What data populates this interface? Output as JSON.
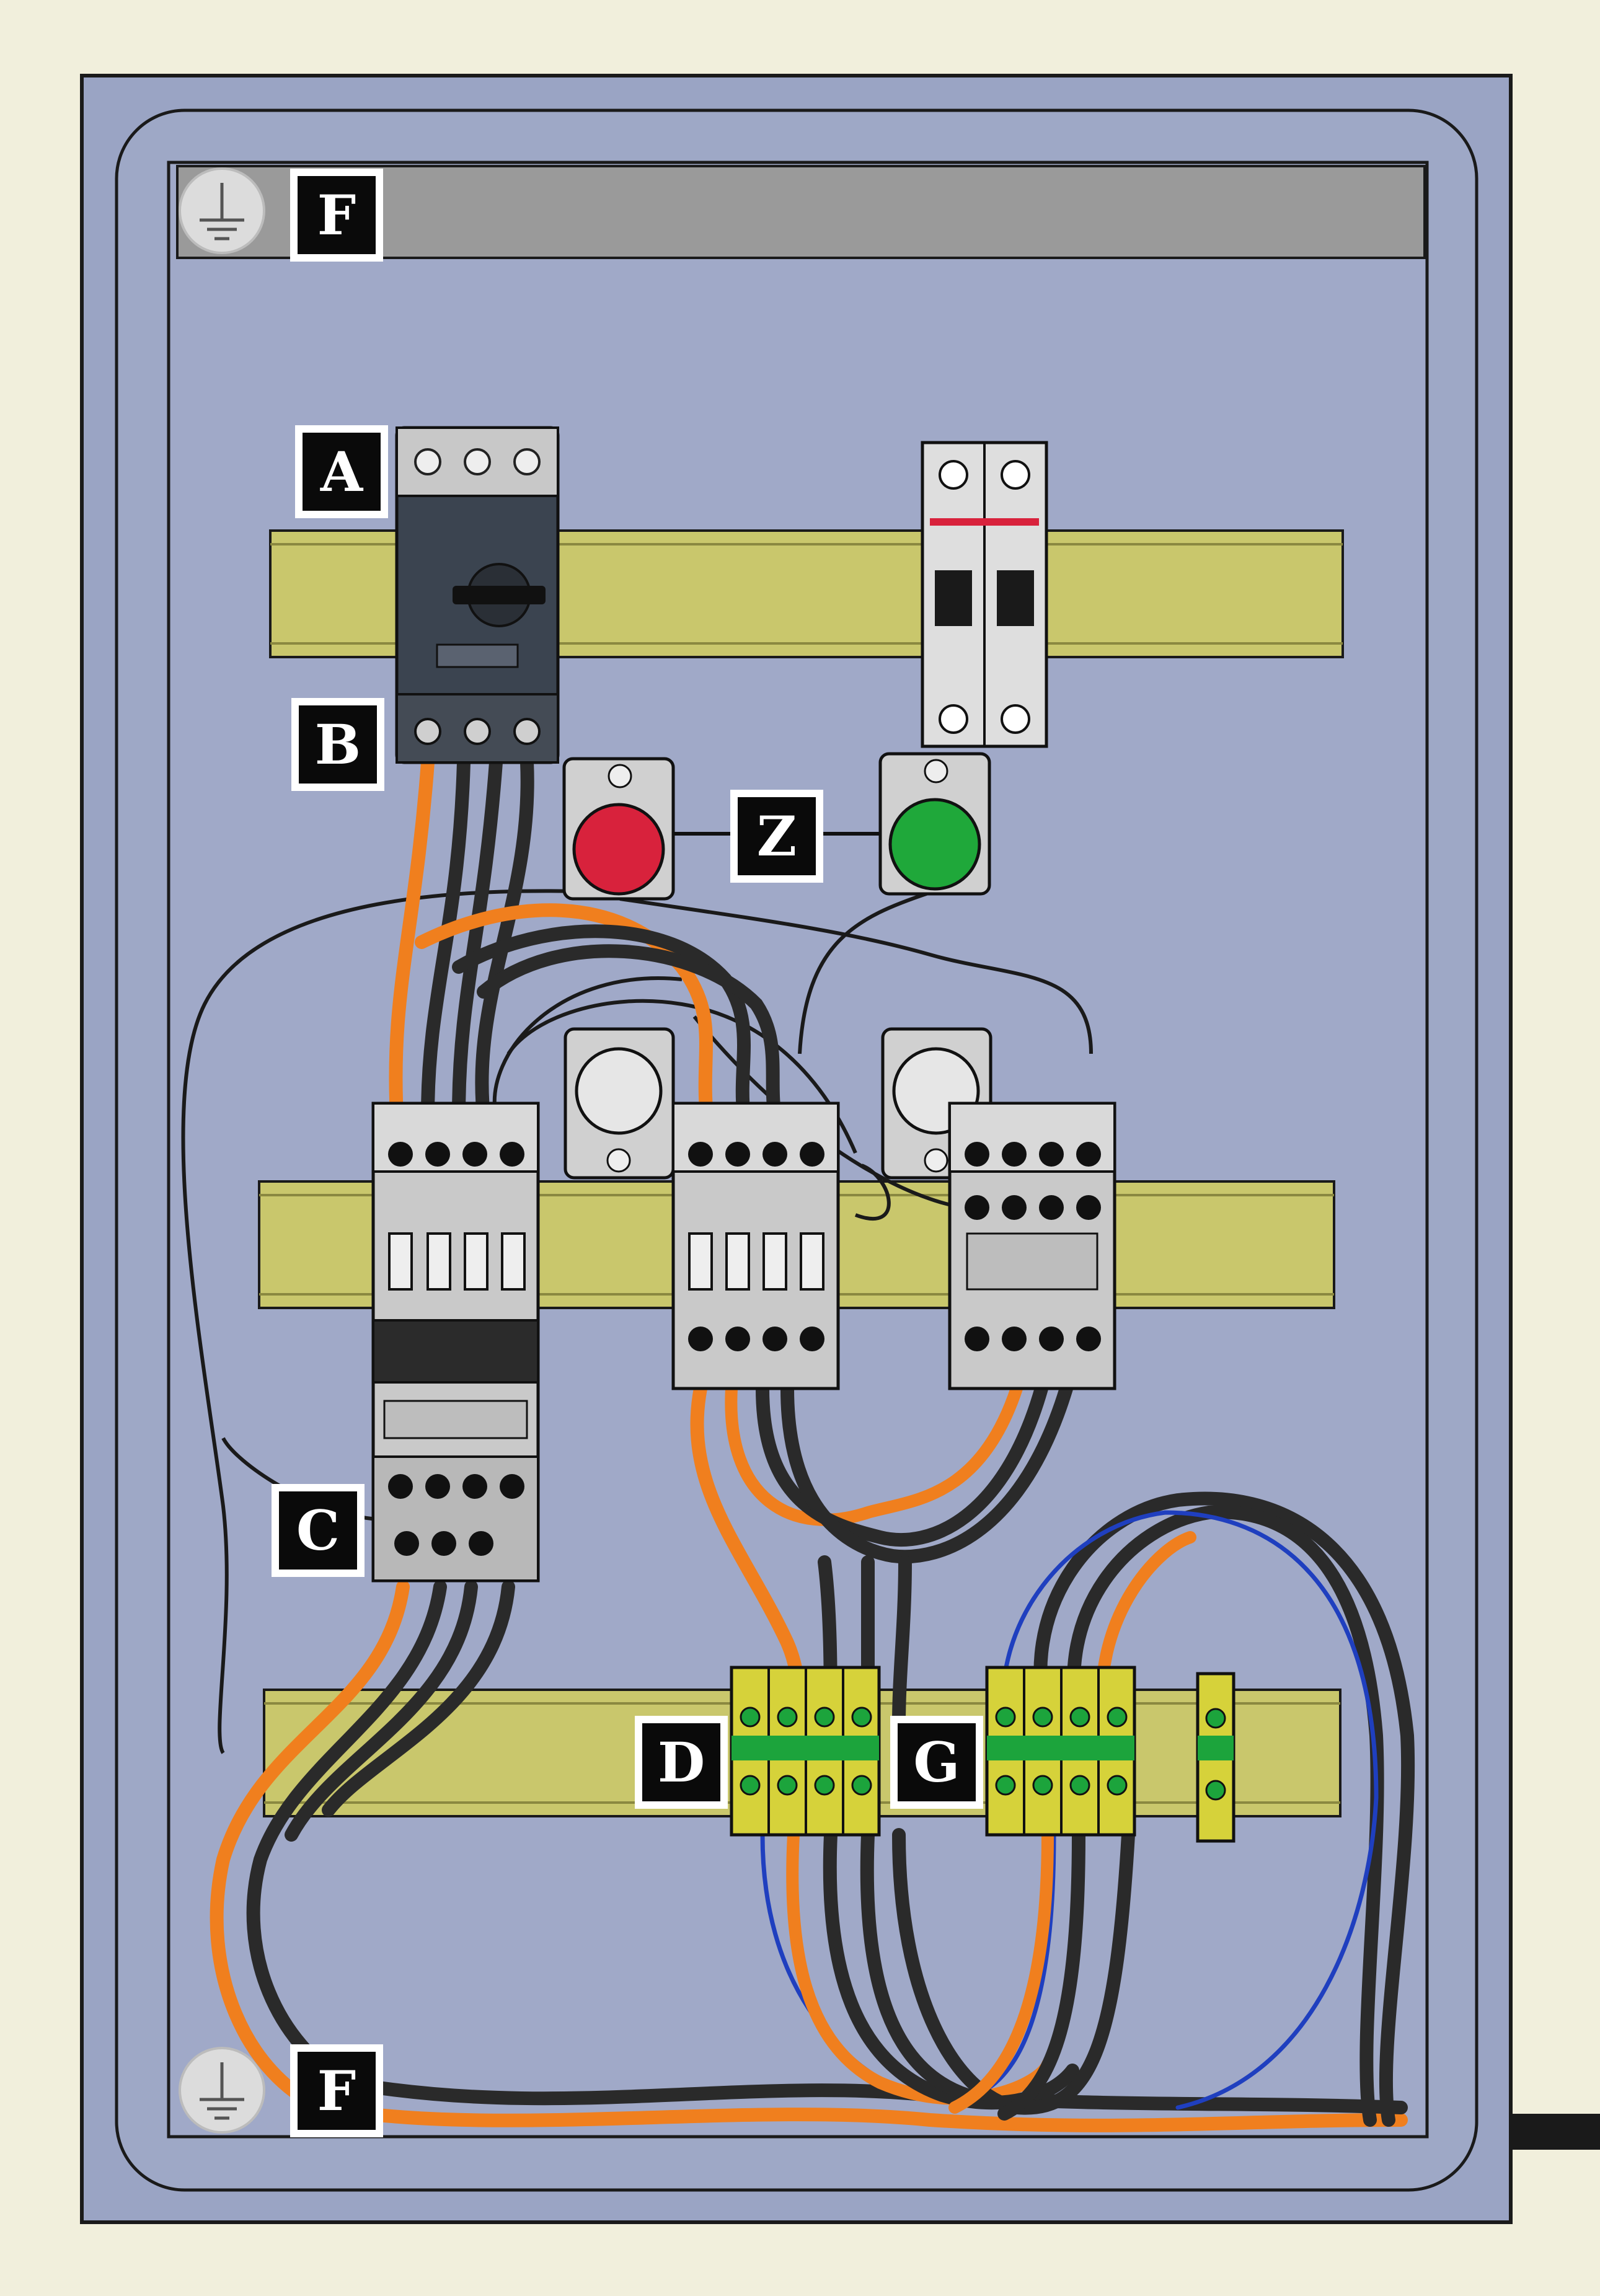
{
  "colors": {
    "background": "#f1efdc",
    "enclosure": "#9aa4c4",
    "din_rail": "#c9c76c",
    "wire_orange": "#f07f1e",
    "wire_black": "#2a2a2a",
    "wire_blue": "#1f3fbf",
    "terminal_yellow": "#d6d23a",
    "terminal_green": "#1ca43c",
    "pilot_red": "#d8223c",
    "pilot_green": "#1fa83a"
  },
  "icons": {
    "ground_top": "ground-icon",
    "ground_bottom": "ground-icon"
  },
  "labels": {
    "A": "A",
    "B": "B",
    "C": "C",
    "D": "D",
    "F_top": "F",
    "F_bottom": "F",
    "G": "G",
    "Z": "Z"
  }
}
